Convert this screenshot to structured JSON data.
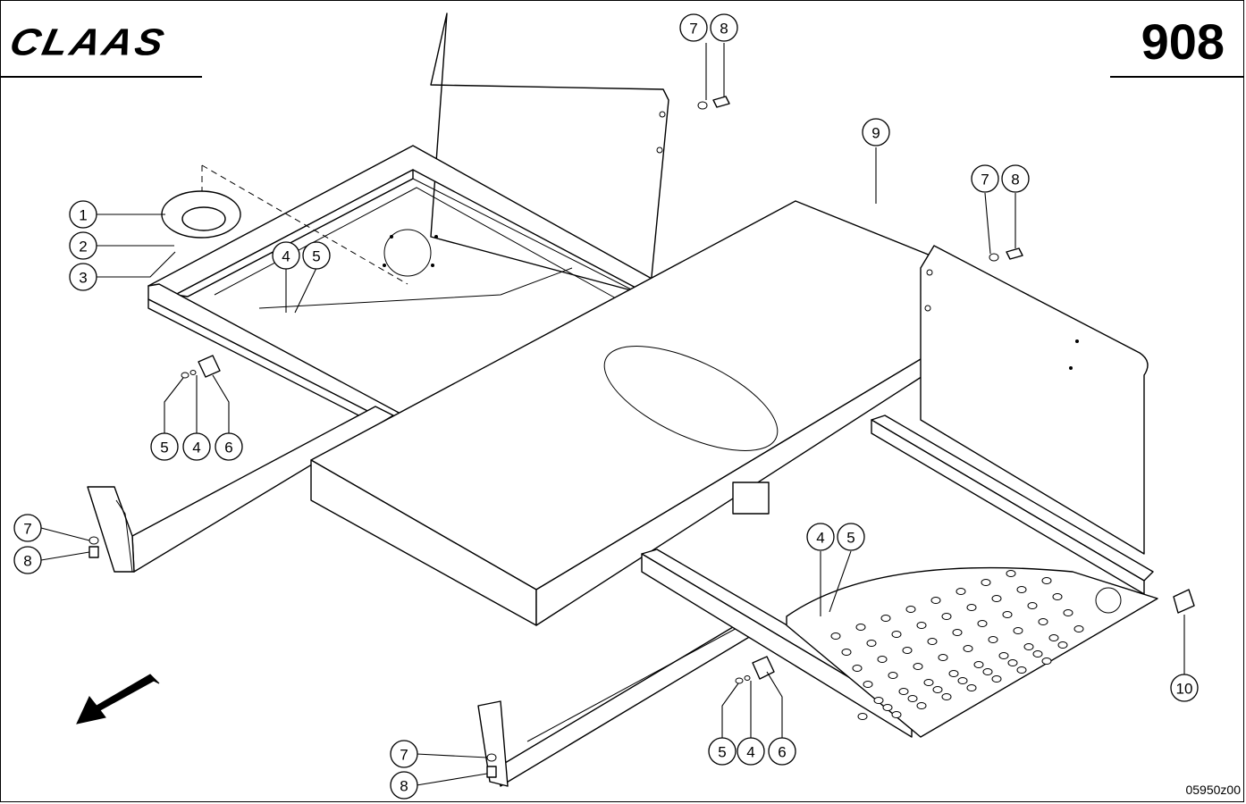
{
  "header": {
    "brand": "CLAAS",
    "page_number": "908"
  },
  "footer": {
    "drawing_code": "05950z00"
  },
  "callouts": [
    {
      "id": "c1",
      "label": "1"
    },
    {
      "id": "c2",
      "label": "2"
    },
    {
      "id": "c3",
      "label": "3"
    },
    {
      "id": "c4a",
      "label": "4"
    },
    {
      "id": "c5a",
      "label": "5"
    },
    {
      "id": "c5b",
      "label": "5"
    },
    {
      "id": "c4b",
      "label": "4"
    },
    {
      "id": "c6a",
      "label": "6"
    },
    {
      "id": "c7a",
      "label": "7"
    },
    {
      "id": "c8a",
      "label": "8"
    },
    {
      "id": "c7b",
      "label": "7"
    },
    {
      "id": "c8b",
      "label": "8"
    },
    {
      "id": "c9",
      "label": "9"
    },
    {
      "id": "c7c",
      "label": "7"
    },
    {
      "id": "c8c",
      "label": "8"
    },
    {
      "id": "c4c",
      "label": "4"
    },
    {
      "id": "c5c",
      "label": "5"
    },
    {
      "id": "c5d",
      "label": "5"
    },
    {
      "id": "c4d",
      "label": "4"
    },
    {
      "id": "c6b",
      "label": "6"
    },
    {
      "id": "c10",
      "label": "10"
    },
    {
      "id": "c7d",
      "label": "7"
    },
    {
      "id": "c8d",
      "label": "8"
    }
  ]
}
